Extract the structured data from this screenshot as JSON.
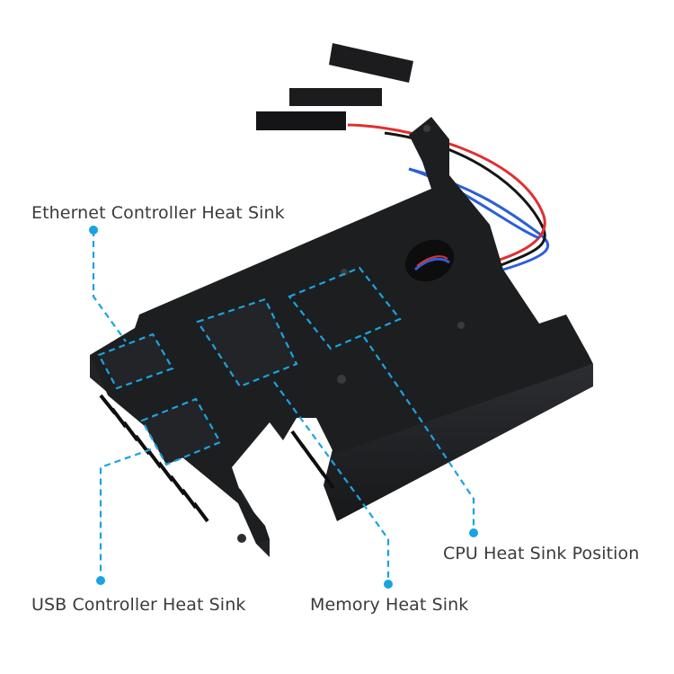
{
  "labels": {
    "ethernet": "Ethernet Controller Heat Sink",
    "usb": "USB Controller Heat Sink",
    "memory": "Memory Heat Sink",
    "cpu": "CPU Heat Sink Position"
  },
  "colors": {
    "callout": "#1aa3e0",
    "body": "#1b1c1e",
    "body_side": "#2a2b2e",
    "wire_red": "#e03030",
    "wire_blue": "#2b5fd9",
    "wire_black": "#151515",
    "text": "#3a3a3a"
  }
}
